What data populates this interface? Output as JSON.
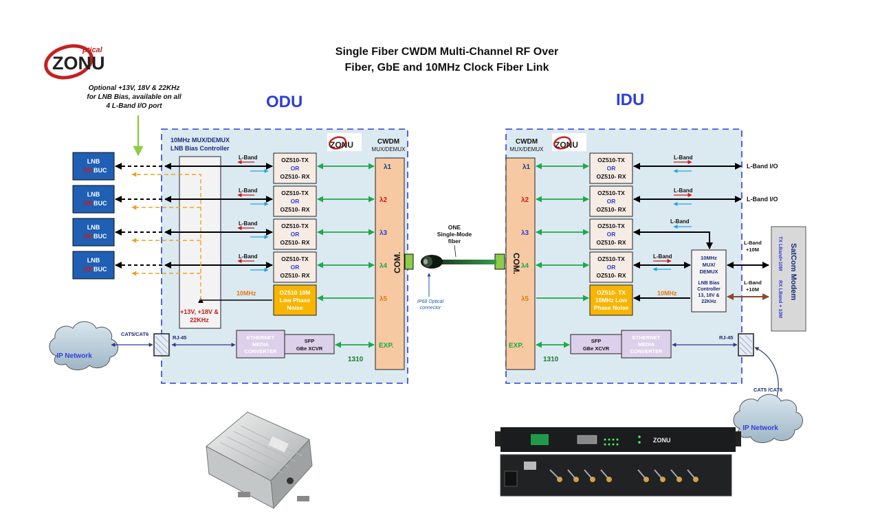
{
  "title": {
    "line1": "Single Fiber CWDM Multi-Channel RF Over",
    "line2": "Fiber, GbE and 10MHz Clock Fiber Link"
  },
  "logo": {
    "small_word": "ptical",
    "big_letters": "ZONU"
  },
  "note": {
    "line1": "Optional +13V, 18V & 22KHz",
    "line2": "for LNB Bias, available on all",
    "line3": "4 L-Band I/O port"
  },
  "odu": {
    "heading": "ODU",
    "mux_title_1": "10MHz MUX/DEMUX",
    "mux_title_2": "LNB Bias Controller",
    "cwdm_title": "CWDM",
    "cwdm_sub": "MUX/DEMUX",
    "lnb_boxes": [
      {
        "l1": "LNB",
        "or": "OR",
        "buc": "BUC"
      },
      {
        "l1": "LNB",
        "or": "OR",
        "buc": "BUC"
      },
      {
        "l1": "LNB",
        "or": "OR",
        "buc": "BUC"
      },
      {
        "l1": "LNB",
        "or": "OR",
        "buc": "BUC"
      }
    ],
    "transceivers": [
      {
        "tx": "OZ510-TX",
        "or": "OR",
        "rx": "OZ510- RX",
        "band": "L-Band",
        "lambda": "λ1"
      },
      {
        "tx": "OZ510-TX",
        "or": "OR",
        "rx": "OZ510- RX",
        "band": "L-Band",
        "lambda": "λ2"
      },
      {
        "tx": "OZ510-TX",
        "or": "OR",
        "rx": "OZ510- RX",
        "band": "L-Band",
        "lambda": "λ3"
      },
      {
        "tx": "OZ510-TX",
        "or": "OR",
        "rx": "OZ510- RX",
        "band": "L-Band",
        "lambda": "λ4"
      }
    ],
    "clock_box": {
      "l1": "OZ510 10M",
      "l2": "Low Phase",
      "l3": "Noise"
    },
    "clock_label": "10MHz",
    "lambda5": "λ5",
    "bias_1": "+13V, +18V &",
    "bias_2": "22KHz",
    "com": "COM.",
    "exp": "EXP.",
    "wl_1310": "1310",
    "eth": {
      "l1": "ETHERNET",
      "l2": "MEDIA",
      "l3": "CONVERTER"
    },
    "sfp": {
      "l1": "SFP",
      "l2": "GBe XCVR"
    },
    "rj45": "RJ-45",
    "cat": "CAT5/CAT6",
    "ip_network": "IP Network"
  },
  "fiber": {
    "l1": "ONE",
    "l2": "Single-Mode",
    "l3": "fiber",
    "conn1": "IP68 Optical",
    "conn2": "connector"
  },
  "idu": {
    "heading": "IDU",
    "cwdm_title": "CWDM",
    "cwdm_sub": "MUX/DEMUX",
    "lambdas": [
      "λ1",
      "λ2",
      "λ3",
      "λ4",
      "λ5"
    ],
    "transceivers": [
      {
        "tx": "OZ510-TX",
        "or": "OR",
        "rx": "OZ510- RX",
        "band": "L-Band"
      },
      {
        "tx": "OZ510-TX",
        "or": "OR",
        "rx": "OZ510- RX",
        "band": "L-Band"
      },
      {
        "tx": "OZ510-TX",
        "or": "OR",
        "rx": "OZ510- RX",
        "band": "L-Band"
      },
      {
        "tx": "OZ510-TX",
        "or": "OR",
        "rx": "OZ510- RX",
        "band": "L-Band"
      }
    ],
    "lband_io": "L-Band I/O",
    "clock_box": {
      "l1": "OZ510- TX",
      "l2": "10MHz Low",
      "l3": "Phase Noise"
    },
    "clock_label": "10MHz",
    "mux": {
      "l1": "10MHz",
      "l2": "MUX/",
      "l3": "DEMUX",
      "l4": "LNB Bias",
      "l5": "Controller",
      "l6": "13, 18V &",
      "l7": "22KHz"
    },
    "modem_label1": "L-Band",
    "modem_label1b": "+10M",
    "modem_label2": "L-Band",
    "modem_label2b": "+10M",
    "satcom": "SatCom Modem",
    "satcom_tx": "TX LBand+10M",
    "satcom_rx": "RX LBand + 10M",
    "com": "COM.",
    "exp": "EXP.",
    "wl_1310": "1310",
    "sfp": {
      "l1": "SFP",
      "l2": "GBe XCVR"
    },
    "eth": {
      "l1": "ETHERNET",
      "l2": "MEDIA",
      "l3": "CONVERTER"
    },
    "rj45": "RJ-45",
    "cat": "CAT5 /CAT6",
    "ip_network": "IP Network"
  },
  "colors": {
    "panel_fill": "#dbe9f1",
    "panel_border": "#2e3fd8",
    "heading": "#2e3fd8",
    "lnb_fill": "#1f5fb4",
    "cwdm_fill": "#f6c9a2",
    "xcvr_fill": "#f7ece4",
    "clock_fill": "#f7b500",
    "eth_fill": "#ddd0ea",
    "green": "#1fa84a",
    "orange": "#f0a020",
    "red": "#d01818"
  }
}
